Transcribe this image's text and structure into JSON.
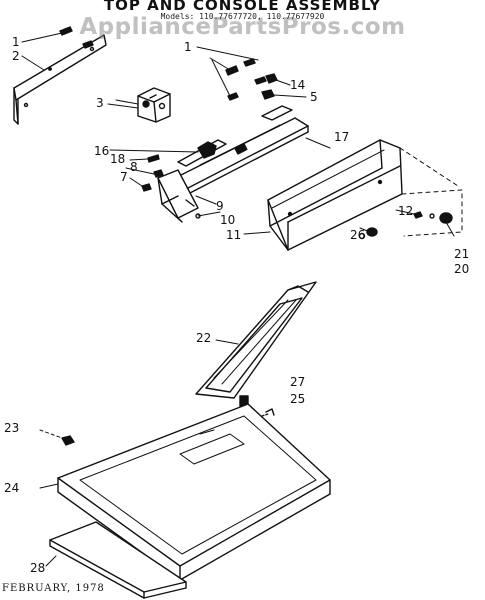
{
  "title": "TOP AND CONSOLE ASSEMBLY",
  "models": "Models: 110.77677720, 110.77677920",
  "watermark": "AppliancePartsPros.com",
  "footer": "FEBRUARY, 1978",
  "callouts": [
    "1",
    "2",
    "1",
    "14",
    "5",
    "3",
    "16",
    "18",
    "8",
    "7",
    "9",
    "10",
    "17",
    "11",
    "12",
    "26",
    "21",
    "20",
    "22",
    "27",
    "25",
    "23",
    "24",
    "28"
  ],
  "colors": {
    "ink": "#111111",
    "background": "#ffffff",
    "watermark": "#8c8c8c"
  }
}
